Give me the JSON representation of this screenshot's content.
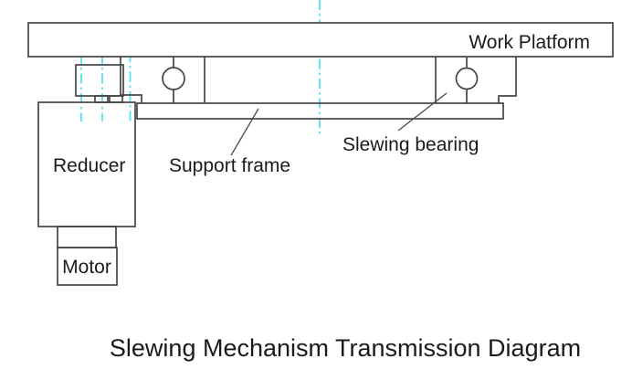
{
  "diagram": {
    "caption": "Slewing Mechanism Transmission Diagram",
    "labels": {
      "work_platform": "Work Platform",
      "slewing_bearing": "Slewing bearing",
      "support_frame": "Support frame",
      "reducer": "Reducer",
      "motor": "Motor"
    },
    "colors": {
      "background": "#ffffff",
      "line": "#454545",
      "text": "#1b1b1b",
      "centerline_cyan": "#55e1f2"
    }
  }
}
